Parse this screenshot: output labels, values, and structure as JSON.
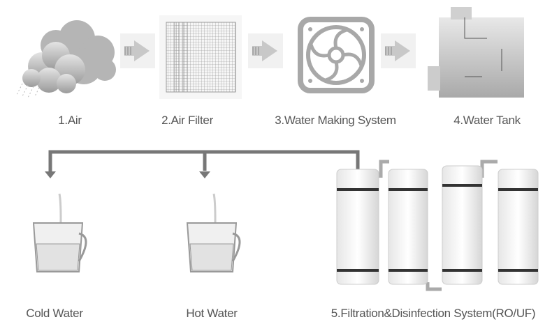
{
  "steps": [
    {
      "label": "1.Air",
      "icon": "cloud-icon"
    },
    {
      "label": "2.Air Filter",
      "icon": "filter-mesh-icon"
    },
    {
      "label": "3.Water Making System",
      "icon": "fan-icon"
    },
    {
      "label": "4.Water Tank",
      "icon": "water-tank-icon"
    }
  ],
  "outputs": [
    {
      "label": "Cold Water",
      "icon": "glass-cup-icon"
    },
    {
      "label": "Hot Water",
      "icon": "glass-cup-icon"
    }
  ],
  "filtration": {
    "label": "5.Filtration&Disinfection System(RO/UF)",
    "icon": "filter-cartridges-icon"
  },
  "colors": {
    "text": "#555555",
    "line": "#777777",
    "icon": "#aaaaaa"
  }
}
